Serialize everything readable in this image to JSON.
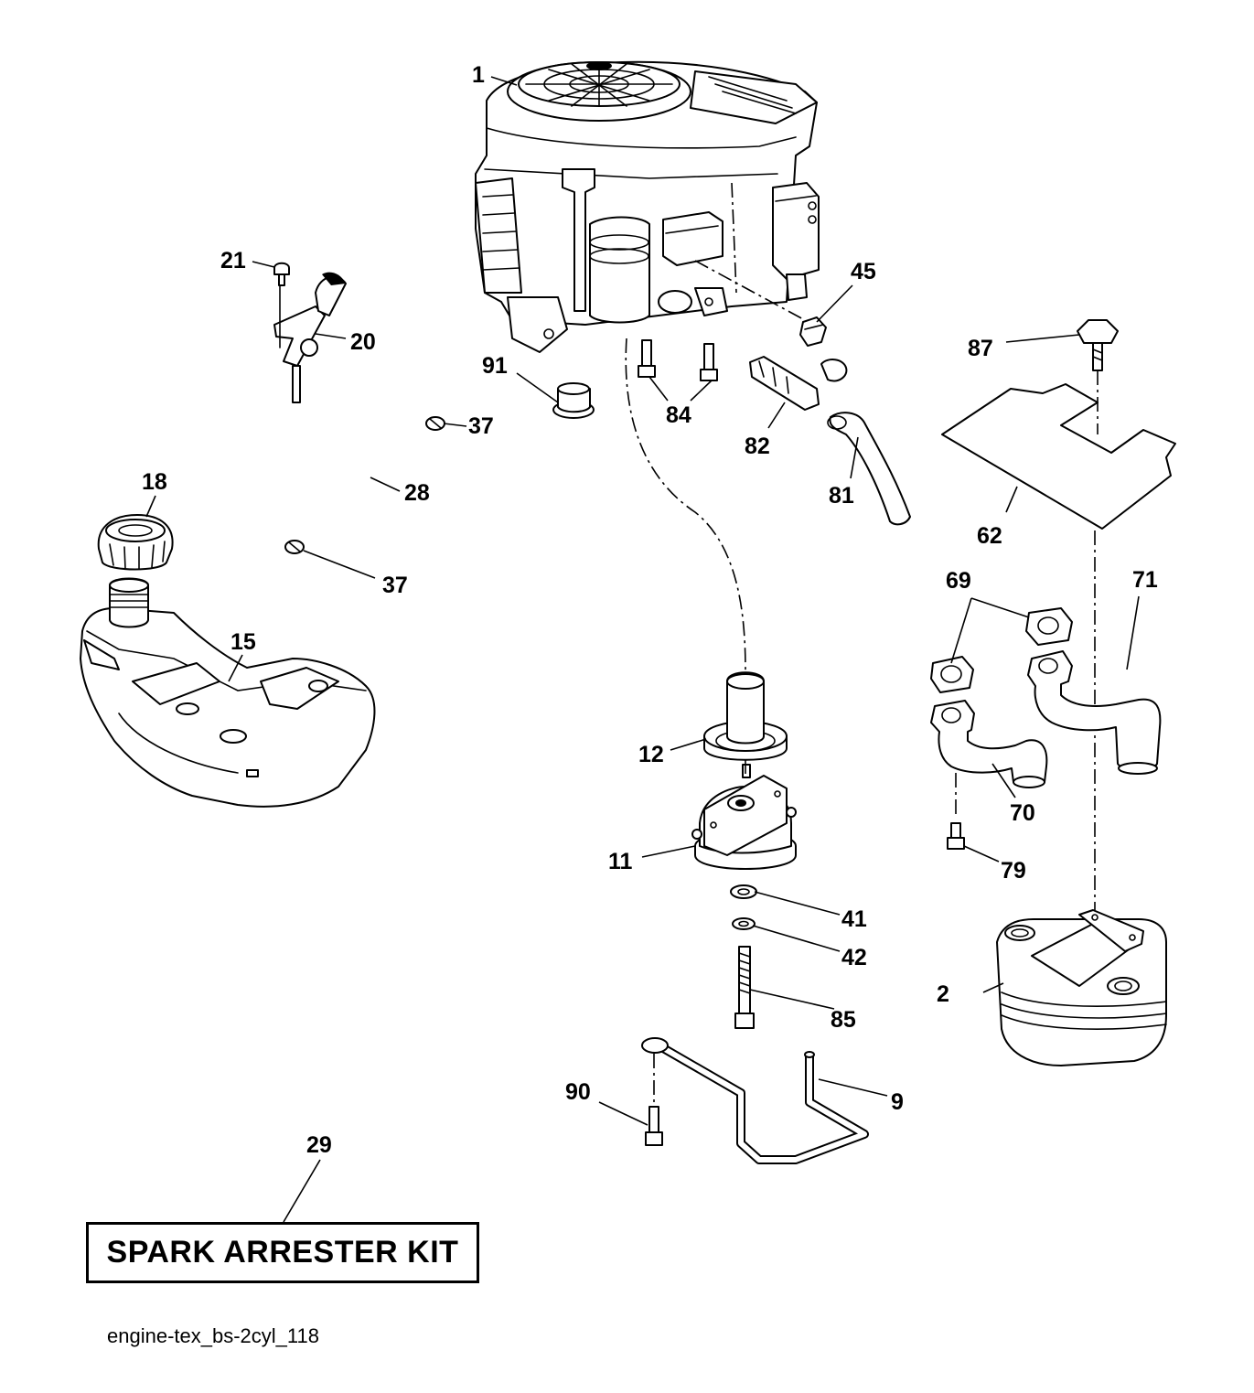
{
  "diagram": {
    "callouts": [
      {
        "id": "1",
        "label": "1"
      },
      {
        "id": "2",
        "label": "2"
      },
      {
        "id": "9",
        "label": "9"
      },
      {
        "id": "11",
        "label": "11"
      },
      {
        "id": "12",
        "label": "12"
      },
      {
        "id": "15",
        "label": "15"
      },
      {
        "id": "18",
        "label": "18"
      },
      {
        "id": "20",
        "label": "20"
      },
      {
        "id": "21",
        "label": "21"
      },
      {
        "id": "28",
        "label": "28"
      },
      {
        "id": "29",
        "label": "29"
      },
      {
        "id": "37a",
        "label": "37"
      },
      {
        "id": "37b",
        "label": "37"
      },
      {
        "id": "41",
        "label": "41"
      },
      {
        "id": "42",
        "label": "42"
      },
      {
        "id": "45",
        "label": "45"
      },
      {
        "id": "62",
        "label": "62"
      },
      {
        "id": "69",
        "label": "69"
      },
      {
        "id": "70",
        "label": "70"
      },
      {
        "id": "71",
        "label": "71"
      },
      {
        "id": "79",
        "label": "79"
      },
      {
        "id": "81",
        "label": "81"
      },
      {
        "id": "82",
        "label": "82"
      },
      {
        "id": "84",
        "label": "84"
      },
      {
        "id": "85",
        "label": "85"
      },
      {
        "id": "87",
        "label": "87"
      },
      {
        "id": "90",
        "label": "90"
      },
      {
        "id": "91",
        "label": "91"
      }
    ],
    "kit_label": "SPARK ARRESTER KIT",
    "file_id": "engine-tex_bs-2cyl_118"
  }
}
